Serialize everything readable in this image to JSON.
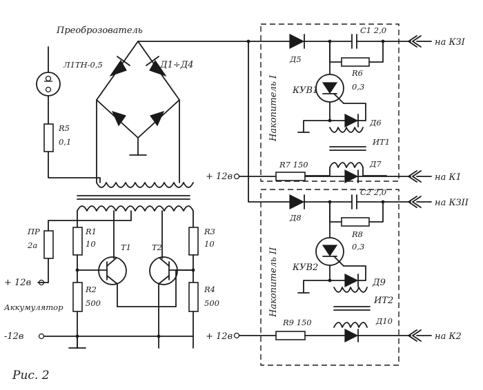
{
  "labels": {
    "converter": "Преоброзователь",
    "lamp": "Л1ТН-0,5",
    "diodes_bridge": "Д1÷Д4",
    "r5_name": "R5",
    "r5_value": "0,1",
    "pr_name": "ПР",
    "pr_value": "2а",
    "r1_name": "R1",
    "r1_value": "10",
    "r2_name": "R2",
    "r2_value": "500",
    "r3_name": "R3",
    "r3_value": "10",
    "r4_name": "R4",
    "r4_value": "500",
    "t1": "T1",
    "t2": "T2",
    "plus12_left": "+ 12в",
    "battery": "Аккумулятор",
    "minus12_left": "-12в",
    "d5": "Д5",
    "c1": "C1 2,0",
    "r6_name": "R6",
    "r6_value": "0,3",
    "kuv1": "КУВ1",
    "d6": "Д6",
    "it1": "ИТ1",
    "storage1": "Накопитель I",
    "plus12_mid1": "+ 12в",
    "r7": "R7 150",
    "d7": "Д7",
    "d8": "Д8",
    "c2": "C2 2,0",
    "r8_name": "R8",
    "r8_value": "0,3",
    "kuv2": "КУВ2",
    "d9": "Д9",
    "it2": "ИТ2",
    "storage2": "Накопитель II",
    "plus12_mid2": "+ 12в",
    "r9": "R9 150",
    "d10": "Д10",
    "out_k3i": "на КЗI",
    "out_k1": "на К1",
    "out_k3ii": "на КЗII",
    "out_k2": "на К2",
    "caption": "Рис. 2"
  }
}
